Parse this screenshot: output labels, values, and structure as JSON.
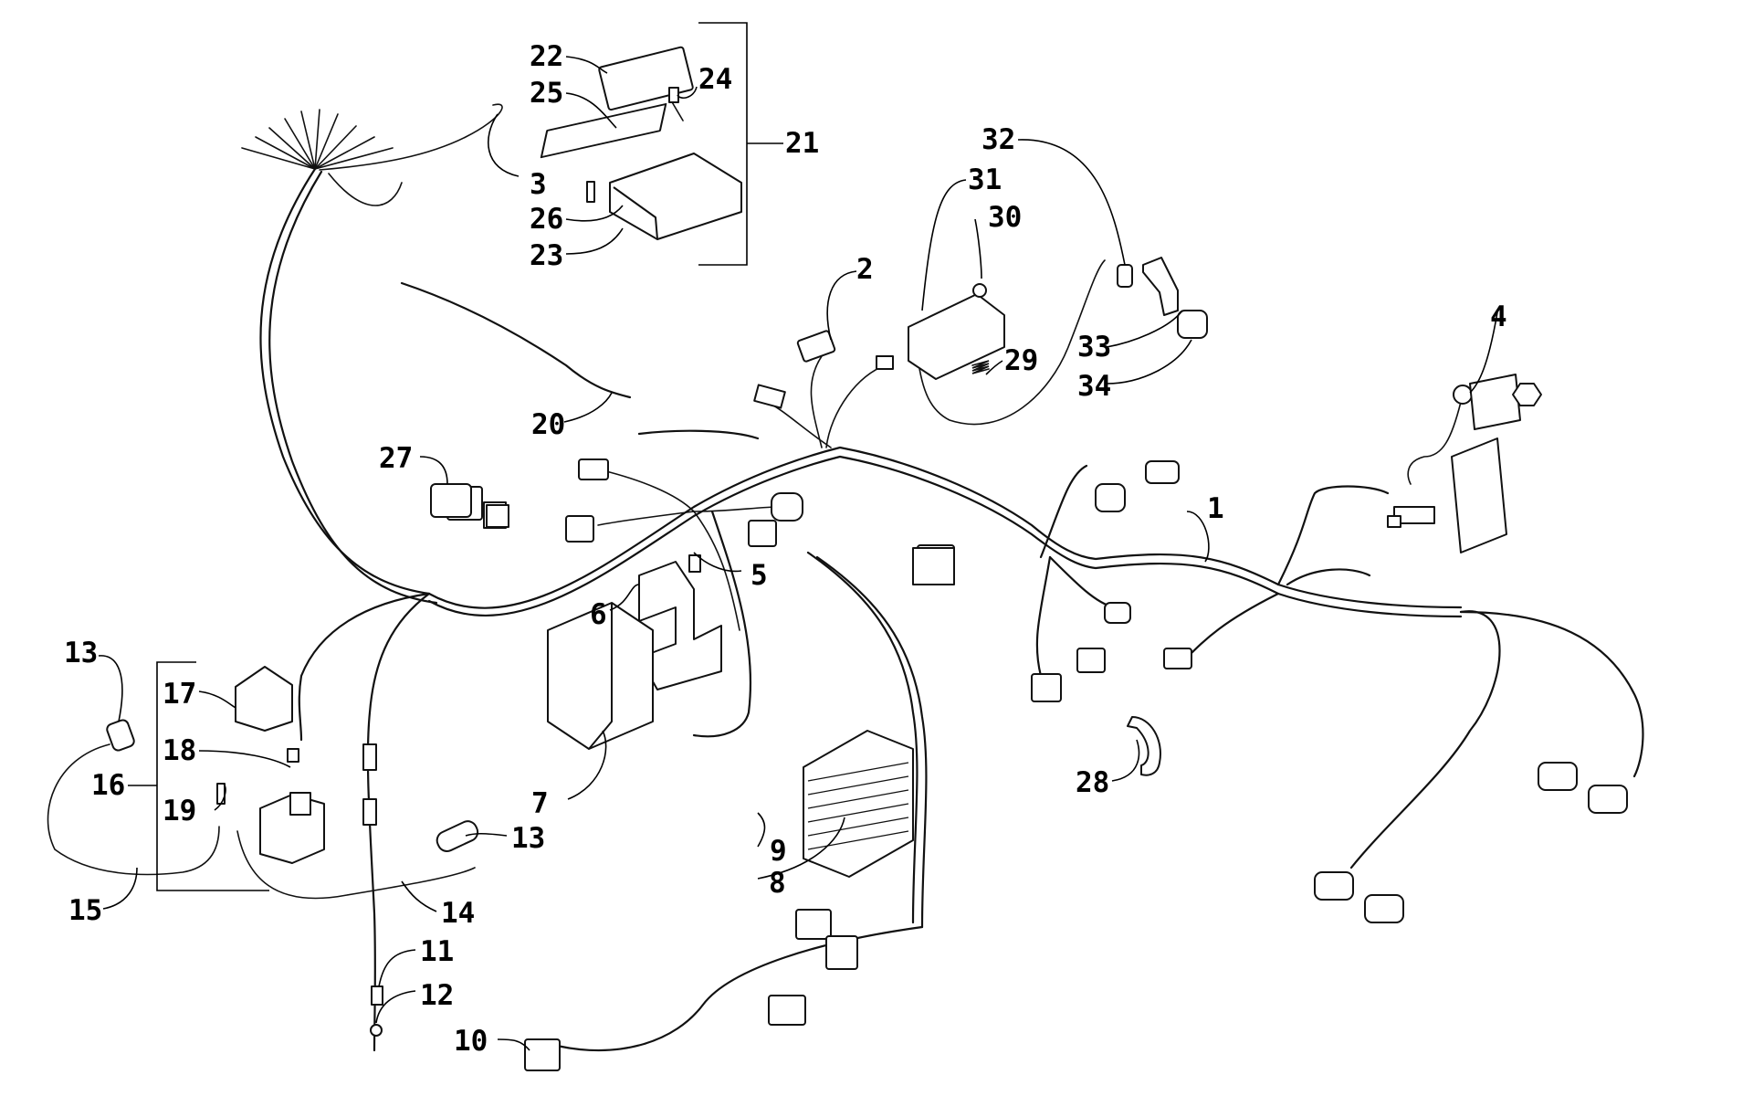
{
  "callouts": [
    {
      "id": "c1",
      "label": "1"
    },
    {
      "id": "c2",
      "label": "2"
    },
    {
      "id": "c3",
      "label": "3"
    },
    {
      "id": "c4",
      "label": "4"
    },
    {
      "id": "c5",
      "label": "5"
    },
    {
      "id": "c6",
      "label": "6"
    },
    {
      "id": "c7",
      "label": "7"
    },
    {
      "id": "c8",
      "label": "8"
    },
    {
      "id": "c9",
      "label": "9"
    },
    {
      "id": "c10",
      "label": "10"
    },
    {
      "id": "c11",
      "label": "11"
    },
    {
      "id": "c12",
      "label": "12"
    },
    {
      "id": "c13a",
      "label": "13"
    },
    {
      "id": "c13b",
      "label": "13"
    },
    {
      "id": "c14",
      "label": "14"
    },
    {
      "id": "c15",
      "label": "15"
    },
    {
      "id": "c16",
      "label": "16"
    },
    {
      "id": "c17",
      "label": "17"
    },
    {
      "id": "c18",
      "label": "18"
    },
    {
      "id": "c19",
      "label": "19"
    },
    {
      "id": "c20",
      "label": "20"
    },
    {
      "id": "c21",
      "label": "21"
    },
    {
      "id": "c22",
      "label": "22"
    },
    {
      "id": "c23",
      "label": "23"
    },
    {
      "id": "c24",
      "label": "24"
    },
    {
      "id": "c25",
      "label": "25"
    },
    {
      "id": "c26",
      "label": "26"
    },
    {
      "id": "c27",
      "label": "27"
    },
    {
      "id": "c28",
      "label": "28"
    },
    {
      "id": "c29",
      "label": "29"
    },
    {
      "id": "c30",
      "label": "30"
    },
    {
      "id": "c31",
      "label": "31"
    },
    {
      "id": "c32",
      "label": "32"
    },
    {
      "id": "c33",
      "label": "33"
    },
    {
      "id": "c34",
      "label": "34"
    }
  ],
  "colors": {
    "ink": "#111111",
    "background": "#ffffff"
  }
}
